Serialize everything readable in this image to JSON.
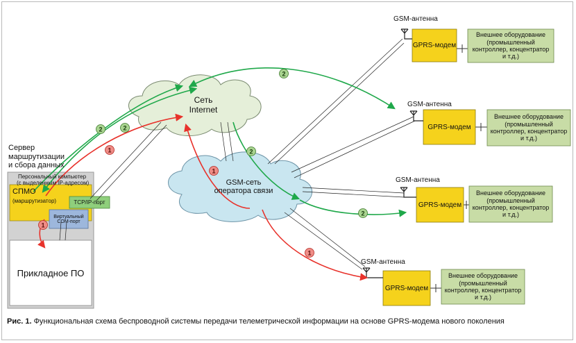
{
  "server": {
    "label_line1": "Сервер",
    "label_line2": "маршрутизации",
    "label_line3": "и сбора данных",
    "pc_line1": "Персональный компьютер",
    "pc_line2": "(с выделенным IP-адресом)",
    "spmo_line1": "СПМО",
    "spmo_line2": "(маршрутизатор)",
    "tcp_port": "TCP/IP-порт",
    "com_line1": "Виртуальный",
    "com_line2": "COM-порт",
    "app_software": "Прикладное ПО"
  },
  "clouds": {
    "internet_line1": "Сеть",
    "internet_line2": "Internet",
    "gsm_line1": "GSM-сеть",
    "gsm_line2": "оператора связи"
  },
  "stations": [
    {
      "antenna": "GSM-антенна",
      "modem": "GPRS-модем",
      "equip_line1": "Внешнее оборудование",
      "equip_line2": "(промышленный",
      "equip_line3": "контроллер, концентратор",
      "equip_line4": "и т.д.)"
    },
    {
      "antenna": "GSM-антенна",
      "modem": "GPRS-модем",
      "equip_line1": "Внешнее оборудование",
      "equip_line2": "(промышленный",
      "equip_line3": "контроллер, концентратор",
      "equip_line4": "и т.д.)"
    },
    {
      "antenna": "GSM-антенна",
      "modem": "GPRS-модем",
      "equip_line1": "Внешнее оборудование",
      "equip_line2": "(промышленный",
      "equip_line3": "контроллер, концентратор",
      "equip_line4": "и т.д.)"
    },
    {
      "antenna": "GSM-антенна",
      "modem": "GPRS-модем",
      "equip_line1": "Внешнее оборудование",
      "equip_line2": "(промышленный",
      "equip_line3": "контроллер, концентратор",
      "equip_line4": "и т.д.)"
    }
  ],
  "markers": {
    "one": "1",
    "two": "2"
  },
  "caption": {
    "prefix": "Рис. 1.",
    "text": " Функциональная схема беспроводной системы передачи телеметрической информации на основе GPRS-модема нового поколения"
  },
  "colors": {
    "modem_fill": "#f5d21c",
    "equipment_fill": "#c8dca6",
    "internet_cloud": "#e5efd9",
    "gsm_cloud": "#c9e6f0",
    "route_red": "#e8322b",
    "route_green": "#1fa84a",
    "server_panel": "#d2d2d2",
    "tcp_port_fill": "#8fcf7c",
    "com_port_fill": "#9db7dc"
  }
}
